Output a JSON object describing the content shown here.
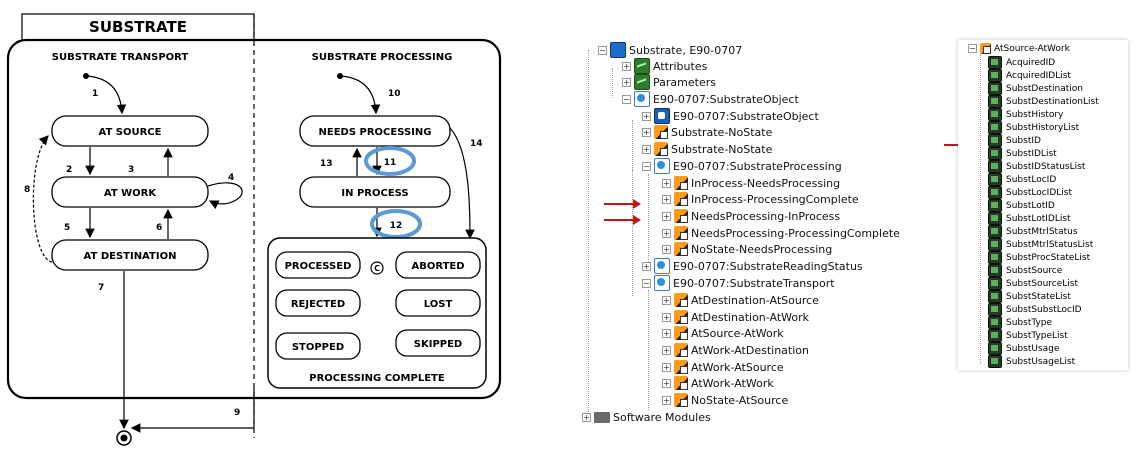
{
  "diagram": {
    "title": "SUBSTRATE",
    "transport_title": "SUBSTRATE TRANSPORT",
    "processing_title": "SUBSTRATE PROCESSING",
    "states": {
      "at_source": "AT SOURCE",
      "at_work": "AT WORK",
      "at_destination": "AT DESTINATION",
      "needs_processing": "NEEDS PROCESSING",
      "in_process": "IN PROCESS",
      "processed": "PROCESSED",
      "aborted": "ABORTED",
      "rejected": "REJECTED",
      "lost": "LOST",
      "stopped": "STOPPED",
      "skipped": "SKIPPED",
      "processing_complete": "PROCESSING COMPLETE",
      "choice": "C"
    },
    "transition_numbers": [
      "1",
      "2",
      "3",
      "4",
      "5",
      "6",
      "7",
      "8",
      "9",
      "10",
      "11",
      "12",
      "13",
      "14"
    ],
    "highlight_color": "#5b9bd5"
  },
  "tree": {
    "root": "Substrate, E90-0707",
    "items": [
      {
        "label": "Attributes",
        "icon": "attribute-icon"
      },
      {
        "label": "Parameters",
        "icon": "attribute-icon"
      },
      {
        "label": "E90-0707:SubstrateObject",
        "icon": "state-machine-icon"
      },
      {
        "label": "E90-0707:SubstrateObject",
        "icon": "object-icon"
      },
      {
        "label": "Substrate-NoState",
        "icon": "transition-icon"
      },
      {
        "label": "Substrate-NoState",
        "icon": "transition-icon"
      },
      {
        "label": "E90-0707:SubstrateProcessing",
        "icon": "state-machine-icon"
      },
      {
        "label": "InProcess-NeedsProcessing",
        "icon": "transition-icon"
      },
      {
        "label": "InProcess-ProcessingComplete",
        "icon": "transition-icon"
      },
      {
        "label": "NeedsProcessing-InProcess",
        "icon": "transition-icon"
      },
      {
        "label": "NeedsProcessing-ProcessingComplete",
        "icon": "transition-icon"
      },
      {
        "label": "NoState-NeedsProcessing",
        "icon": "transition-icon"
      },
      {
        "label": "E90-0707:SubstrateReadingStatus",
        "icon": "state-machine-icon"
      },
      {
        "label": "E90-0707:SubstrateTransport",
        "icon": "state-machine-icon"
      },
      {
        "label": "AtDestination-AtSource",
        "icon": "transition-icon"
      },
      {
        "label": "AtDestination-AtWork",
        "icon": "transition-icon"
      },
      {
        "label": "AtSource-AtWork",
        "icon": "transition-icon"
      },
      {
        "label": "AtWork-AtDestination",
        "icon": "transition-icon"
      },
      {
        "label": "AtWork-AtSource",
        "icon": "transition-icon"
      },
      {
        "label": "AtWork-AtWork",
        "icon": "transition-icon"
      },
      {
        "label": "NoState-AtSource",
        "icon": "transition-icon"
      }
    ],
    "software_modules": "Software Modules"
  },
  "attr_panel": {
    "title": "AtSource-AtWork",
    "items": [
      "AcquiredID",
      "AcquiredIDList",
      "SubstDestination",
      "SubstDestinationList",
      "SubstHistory",
      "SubstHistoryList",
      "SubstID",
      "SubstIDList",
      "SubstIDStatusList",
      "SubstLocID",
      "SubstLocIDList",
      "SubstLotID",
      "SubstLotIDList",
      "SubstMtrlStatus",
      "SubstMtrlStatusList",
      "SubstProcStateList",
      "SubstSource",
      "SubstSourceList",
      "SubstStateList",
      "SubstSubstLocID",
      "SubstType",
      "SubstTypeList",
      "SubstUsage",
      "SubstUsageList"
    ]
  },
  "colors": {
    "arrow": "#c0171c"
  }
}
